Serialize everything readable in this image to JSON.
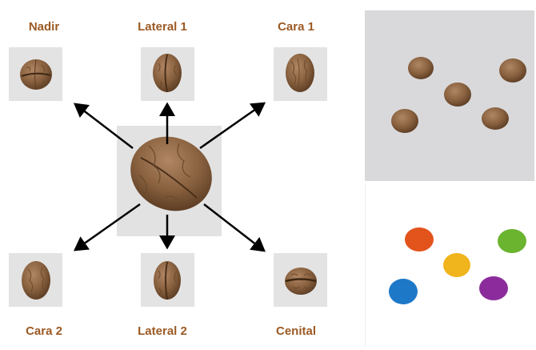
{
  "labels": {
    "nadir": "Nadir",
    "lateral1": "Lateral 1",
    "cara1": "Cara 1",
    "cara2": "Cara 2",
    "lateral2": "Lateral 2",
    "cenital": "Cenital"
  },
  "colors": {
    "label": "#9b5a24",
    "walnut": "#8d6440",
    "marker_orange": "#e2541c",
    "marker_green": "#6ab42f",
    "marker_yellow": "#f0b41c",
    "marker_blue": "#1e78c8",
    "marker_purple": "#8c2c9c"
  }
}
